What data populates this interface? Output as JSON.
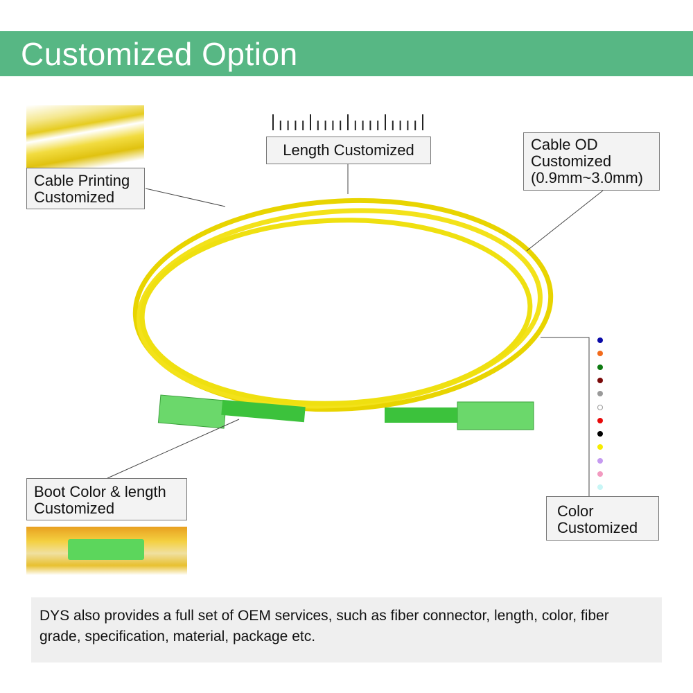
{
  "header": {
    "title": "Customized Option"
  },
  "labels": {
    "cable_printing": [
      "Cable Printing",
      "Customized"
    ],
    "length": "Length Customized",
    "cable_od": [
      "Cable OD",
      "Customized",
      "(0.9mm~3.0mm)"
    ],
    "boot": [
      "Boot Color & length",
      "Customized"
    ],
    "color": [
      "Color",
      "Customized"
    ]
  },
  "colors": [
    "#0a0aa8",
    "#f26b1c",
    "#0e7a12",
    "#7a0a0a",
    "#9a9a9a",
    "#ffffff",
    "#e80a0a",
    "#000000",
    "#f7ec00",
    "#c59af0",
    "#f29ac0",
    "#c8f6f6"
  ],
  "note": "DYS also provides a full set of OEM services, such as fiber connector, length, color, fiber grade, specification, material, package etc."
}
